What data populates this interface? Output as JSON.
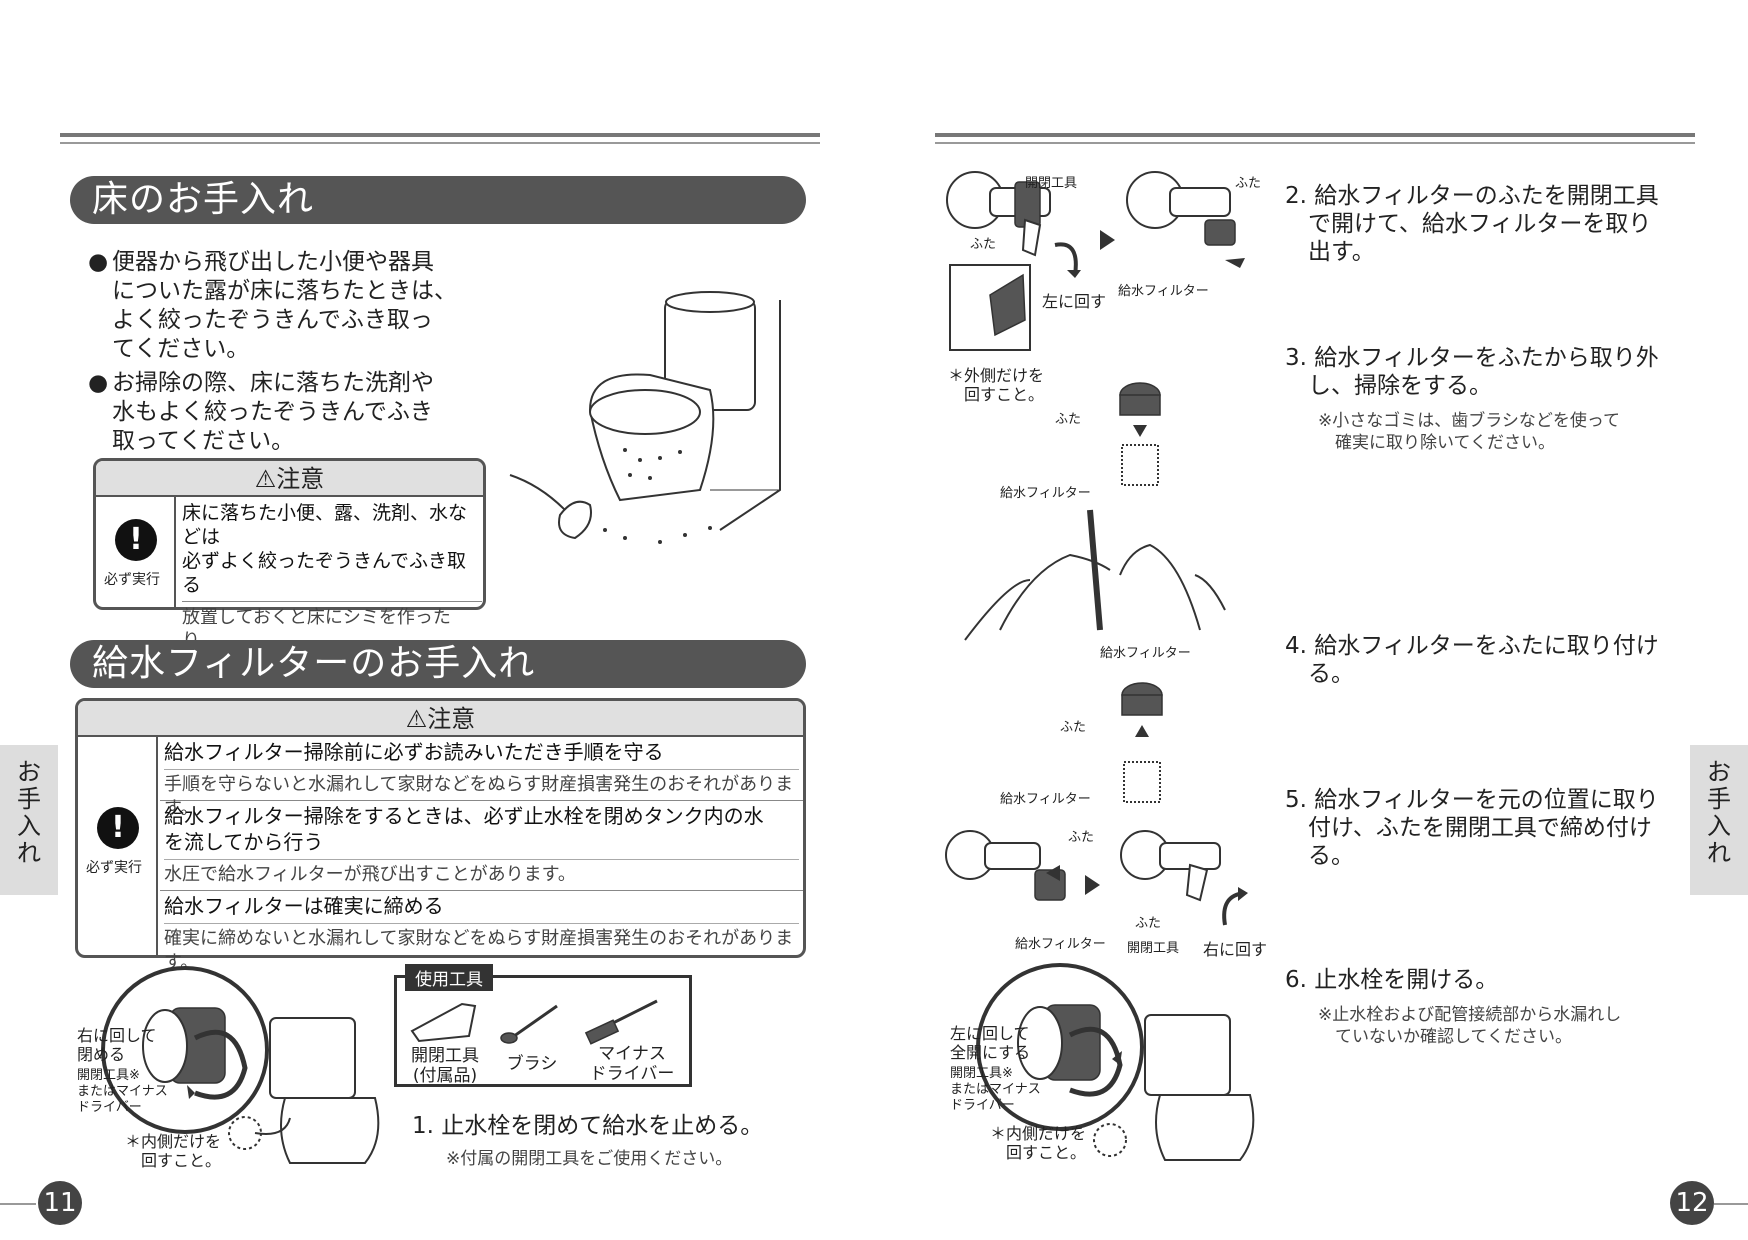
{
  "left_page": {
    "floor_section": {
      "title": "床のお手入れ",
      "bullets": [
        "便器から飛び出した小便や器具\nについた露が床に落ちたときは、\nよく絞ったぞうきんでふき取っ\nてください。",
        "お掃除の際、床に落ちた洗剤や\n水もよく絞ったぞうきんでふき\n取ってください。"
      ],
      "bullet_mark": "●",
      "caution": {
        "header": "注意",
        "must_label": "必ず実行",
        "bold": "床に落ちた小便、露、洗剤、水などは\n必ずよく絞ったぞうきんでふき取る",
        "normal": "放置しておくと床にシミを作ったり、\n腐らせたりするおそれがあります。"
      }
    },
    "filter_section": {
      "title": "給水フィルターのお手入れ",
      "caution": {
        "header": "注意",
        "must_label": "必ず実行",
        "rows": [
          {
            "bold": "給水フィルター掃除前に必ずお読みいただき手順を守る",
            "normal": "手順を守らないと水漏れして家財などをぬらす財産損害発生のおそれがあります。"
          },
          {
            "bold": "給水フィルター掃除をするときは、必ず止水栓を閉めタンク内の水\nを流してから行う",
            "normal": "水圧で給水フィルターが飛び出すことがあります。"
          },
          {
            "bold": "給水フィルターは確実に締める",
            "normal": "確実に締めないと水漏れして家財などをぬらす財産損害発生のおそれがあります。"
          }
        ]
      },
      "tools": {
        "title": "使用工具",
        "items": [
          "開閉工具\n(付属品)",
          "ブラシ",
          "マイナス\nドライバー"
        ]
      },
      "valve_labels": {
        "turn": "右に回して\n閉める",
        "tool": "開閉工具※\nまたはマイナス\nドライバー",
        "inner": "＊内側だけを\n　回すこと。"
      },
      "step1": "1. 止水栓を閉めて給水を止める。",
      "step1_note": "※付属の開閉工具をご使用ください。"
    },
    "side_tab": "お\n手\n入\nれ",
    "page_number": "11"
  },
  "right_page": {
    "steps": [
      {
        "text": "2. 給水フィルターのふたを開閉工具\n　で開けて、給水フィルターを取り\n　出す。"
      },
      {
        "text": "3. 給水フィルターをふたから取り外\n　し、掃除をする。",
        "note": "※小さなゴミは、歯ブラシなどを使って\n　確実に取り除いてください。"
      },
      {
        "text": "4. 給水フィルターをふたに取り付け\n　る。"
      },
      {
        "text": "5. 給水フィルターを元の位置に取り\n　付け、ふたを開閉工具で締め付け\n　る。"
      },
      {
        "text": "6. 止水栓を開ける。",
        "note": "※止水栓および配管接続部から水漏れし\n　ていないか確認してください。"
      }
    ],
    "labels": {
      "tool": "開閉工具",
      "lid": "ふた",
      "filter": "給水フィルター",
      "turn_left": "左に回す",
      "turn_right": "右に回す",
      "outer_only": "＊外側だけを\n　回すこと。",
      "open_full": "左に回して\n全開にする",
      "tool_or_driver": "開閉工具※\nまたはマイナス\nドライバー",
      "inner_only": "＊内側だけを\n　回すこと。"
    },
    "side_tab": "お\n手\n入\nれ",
    "page_number": "12"
  }
}
